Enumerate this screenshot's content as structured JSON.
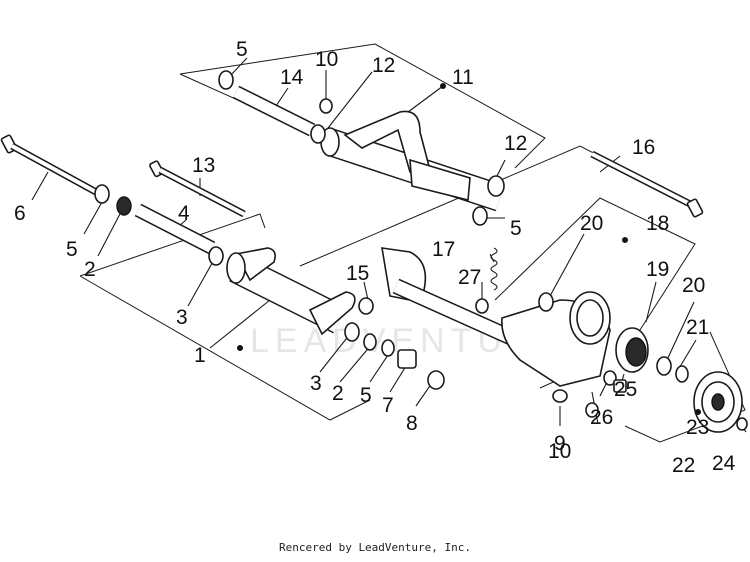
{
  "diagram": {
    "watermark": "LEADVENTURE",
    "callouts": [
      "5",
      "10",
      "12",
      "11",
      "14",
      "13",
      "6",
      "4",
      "5",
      "2",
      "3",
      "12",
      "5",
      "16",
      "20",
      "18",
      "17",
      "27",
      "15",
      "1",
      "3",
      "2",
      "5",
      "7",
      "8",
      "19",
      "20",
      "21",
      "9",
      "10",
      "26",
      "25",
      "23",
      "22",
      "24"
    ]
  },
  "footer": {
    "text": "Rencered by LeadVenture, Inc."
  }
}
